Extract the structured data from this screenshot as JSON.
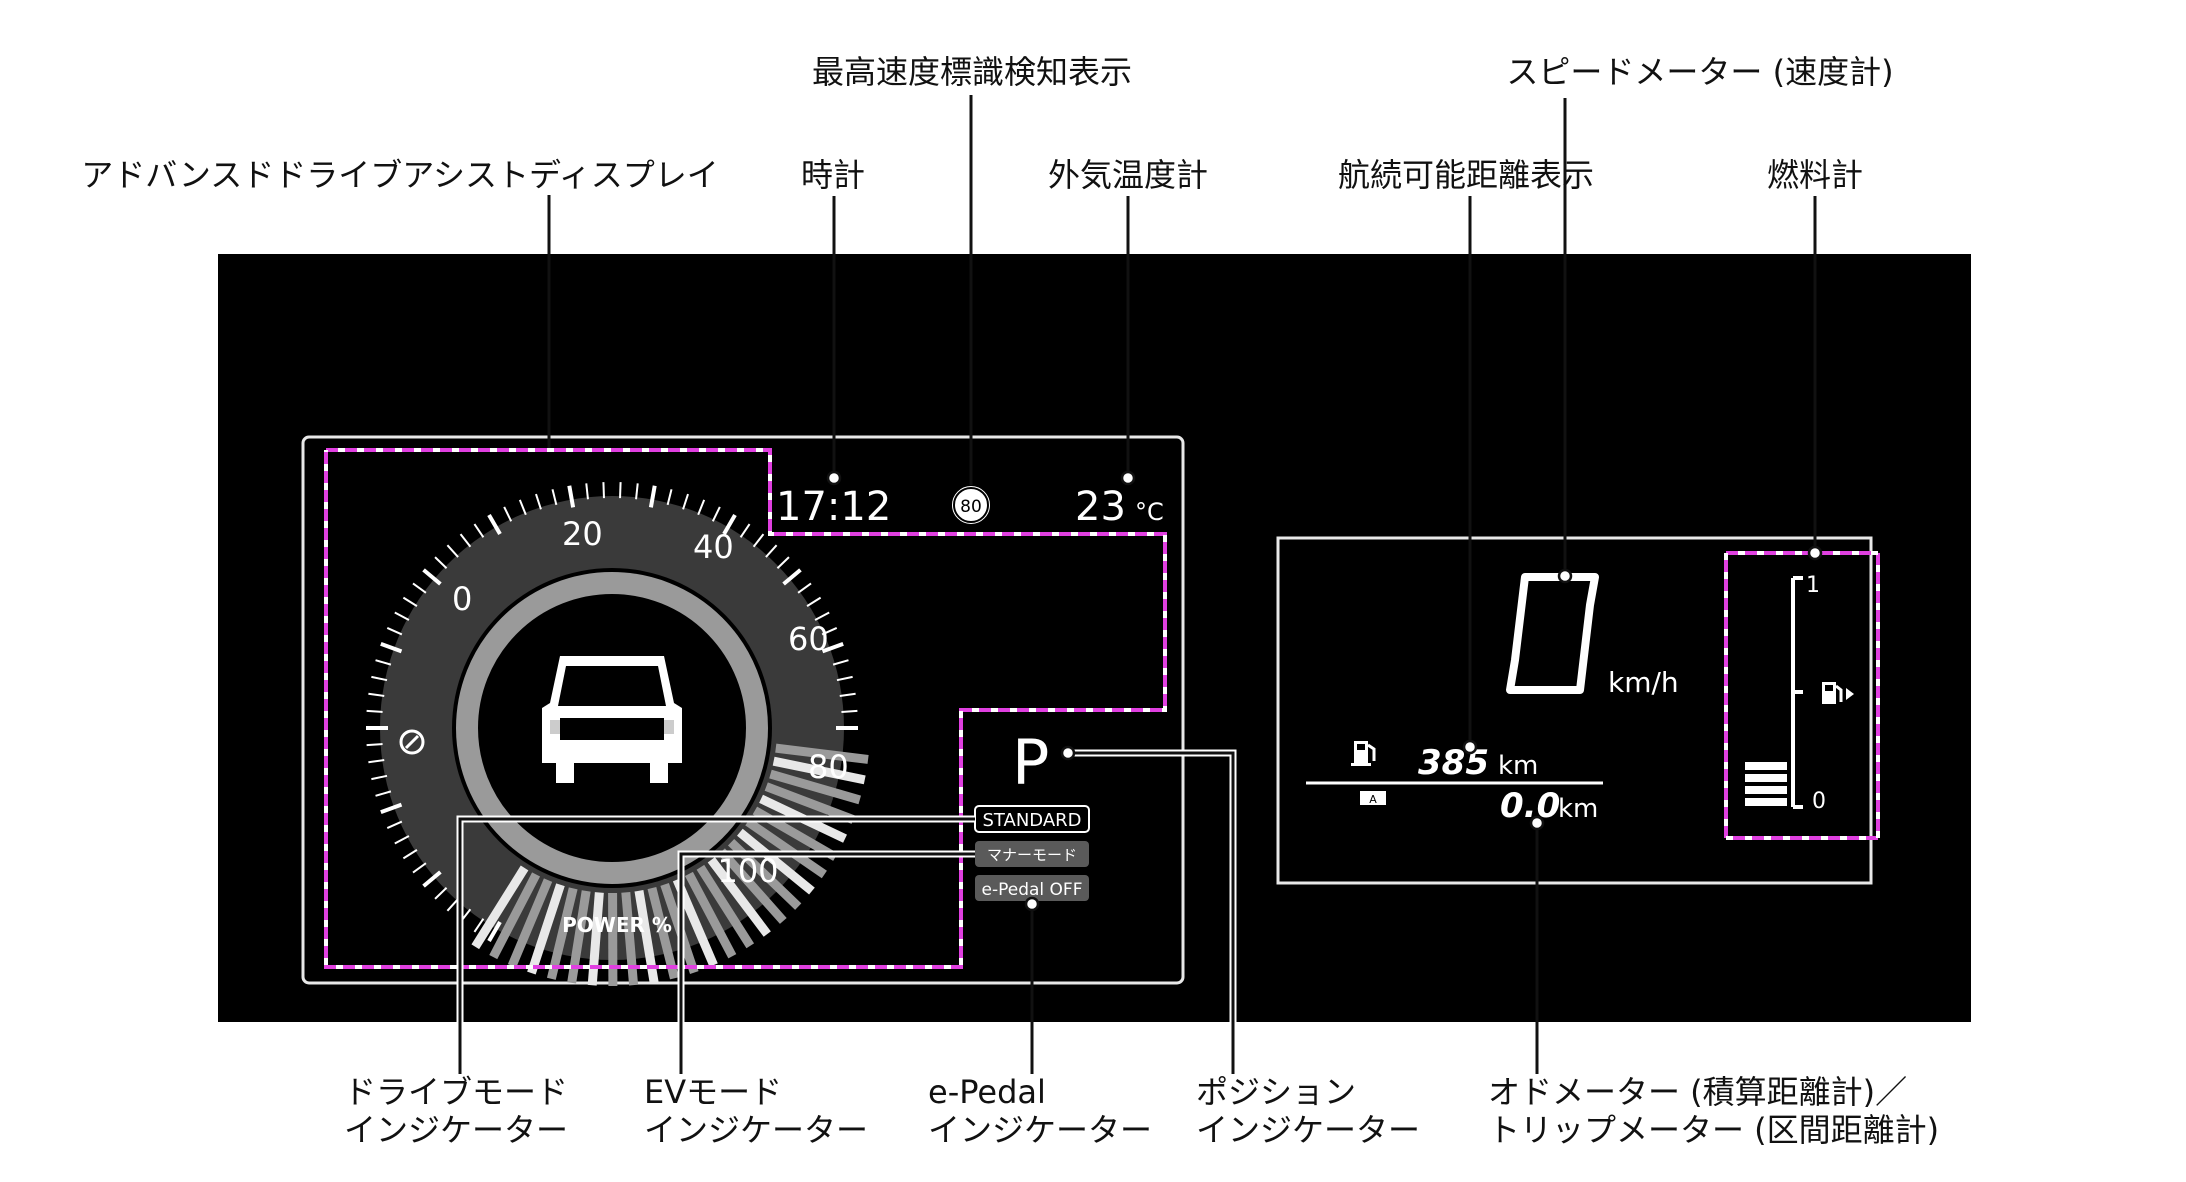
{
  "callouts": {
    "top": {
      "speed_sign": "最高速度標識検知表示",
      "speedometer": "スピードメーター (速度計)",
      "advanced_drive_assist": "アドバンスドドライブアシストディスプレイ",
      "clock": "時計",
      "outside_temp": "外気温度計",
      "range": "航続可能距離表示",
      "fuel_gauge": "燃料計"
    },
    "bottom": {
      "drive_mode": [
        "ドライブモード",
        "インジケーター"
      ],
      "ev_mode": [
        "EVモード",
        "インジケーター"
      ],
      "epedal": [
        "e-Pedal",
        "インジケーター"
      ],
      "position": [
        "ポジション",
        "インジケーター"
      ],
      "odo_trip": [
        "オドメーター (積算距離計)／",
        "トリップメーター (区間距離計)"
      ]
    }
  },
  "display": {
    "clock": "17:12",
    "temperature": "23",
    "temperature_unit": "°C",
    "speed_limit": "80",
    "power_label": "POWER %",
    "power_ticks": [
      "0",
      "20",
      "40",
      "60",
      "80",
      "100"
    ],
    "gear": "P",
    "drive_mode": "STANDARD",
    "ev_mode": "マナーモード",
    "epedal": "e-Pedal OFF",
    "speed": "0",
    "speed_unit": "km/h",
    "range_value": "385",
    "range_unit": "km",
    "trip_label": "A",
    "trip_value": "0.0",
    "trip_unit": "km",
    "fuel_full": "1",
    "fuel_empty": "0",
    "fuel_level": 0.35
  },
  "colors": {
    "panel": "#000000",
    "gauge_ring": "#3a3a3a",
    "inner_ring": "#9a9a9a",
    "highlight": "#e040e0"
  }
}
